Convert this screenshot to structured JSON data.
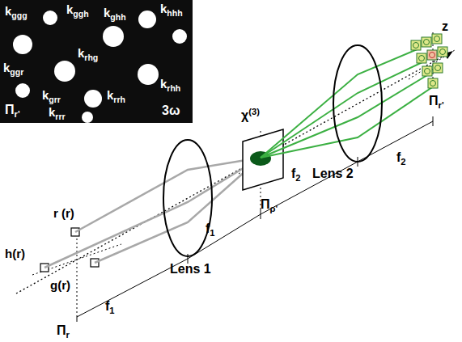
{
  "diagram": {
    "labels": [
      "kggg",
      "kggh",
      "kghh",
      "khhh",
      "krhg",
      "kggr",
      "krhh",
      "kgrr",
      "krrh",
      "krrr",
      "Πr'",
      "3ω",
      "z",
      "r (r)",
      "h(r)",
      "g(r)",
      "χ(3)",
      "Lens 2",
      "f2",
      "f2",
      "Πρ'",
      "f1",
      "f1",
      "Lens 1",
      "Πr",
      "Πr'"
    ]
  }
}
